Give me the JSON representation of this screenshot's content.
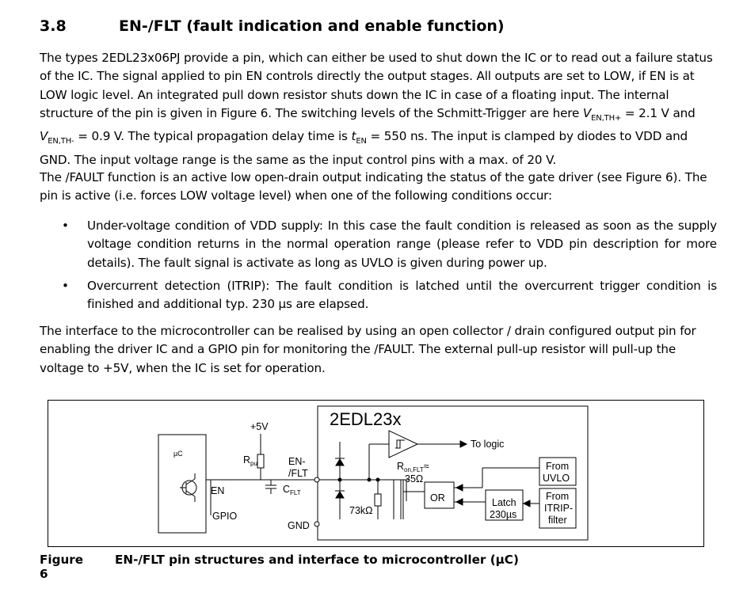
{
  "section": {
    "number": "3.8",
    "title": "EN-/FLT (fault indication and enable function)"
  },
  "paragraph1": {
    "a": "The types 2EDL23x06PJ provide a pin, which can either be used to shut down the IC or to read out a failure status of the IC. The signal applied to pin EN controls directly the output stages. All outputs are set to LOW, if EN is at LOW logic level. An integrated pull down resistor shuts down the IC in case of a floating input. The internal structure of the pin is given in Figure 6. The switching levels of the Schmitt-Trigger are here ",
    "v1_main": "V",
    "v1_sub": "EN,TH+",
    "b": " = 2.1 V and ",
    "v2_main": "V",
    "v2_sub": "EN,TH-",
    "c": " = 0.9 V. The typical propagation delay time is ",
    "t_main": "t",
    "t_sub": "EN",
    "d": " = 550 ns. The input is clamped by diodes to VDD and GND. The input voltage range is the same as the input control pins with a max. of 20 V."
  },
  "paragraph2": "The /FAULT function is an active low open-drain output indicating the status of the gate driver (see Figure 6). The pin is active (i.e. forces LOW voltage level) when one of the following conditions occur:",
  "bullets": [
    "Under-voltage condition of VDD supply: In this case the fault condition is released as soon as the supply voltage condition returns in the normal operation range (please refer to VDD pin description for more details). The fault signal is activate as long as UVLO is given during power up.",
    "Overcurrent detection (ITRIP): The fault condition is latched until the overcurrent trigger condition is finished and additional typ. 230 µs are elapsed."
  ],
  "paragraph3": "The interface to the microcontroller can be realised by using an open collector / drain configured output pin for enabling the driver IC and a GPIO pin for monitoring the /FAULT. The external pull-up resistor will pull-up the voltage to +5V, when the IC is set for operation.",
  "figure": {
    "label": "Figure 6",
    "caption": "EN-/FLT pin structures and interface to microcontroller (µC)",
    "ic_name": "2EDL23x",
    "uc_label": "µC",
    "supply": "+5V",
    "rpu_main": "R",
    "rpu_sub": "pu",
    "pin_en1": "EN-",
    "pin_en2": "/FLT",
    "cflt_main": "C",
    "cflt_sub": "FLT",
    "en_label": "EN",
    "gpio_label": "GPIO",
    "gnd_label": "GND",
    "to_logic": "To logic",
    "ron_main": "R",
    "ron_sub": "on,FLT",
    "ron_approx": "≈",
    "ron_value": "35Ω",
    "r73": "73kΩ",
    "or_label": "OR",
    "latch1": "Latch",
    "latch2": "230µs",
    "uvlo1": "From",
    "uvlo2": "UVLO",
    "itrip1": "From",
    "itrip2": "ITRIP-",
    "itrip3": "filter"
  }
}
